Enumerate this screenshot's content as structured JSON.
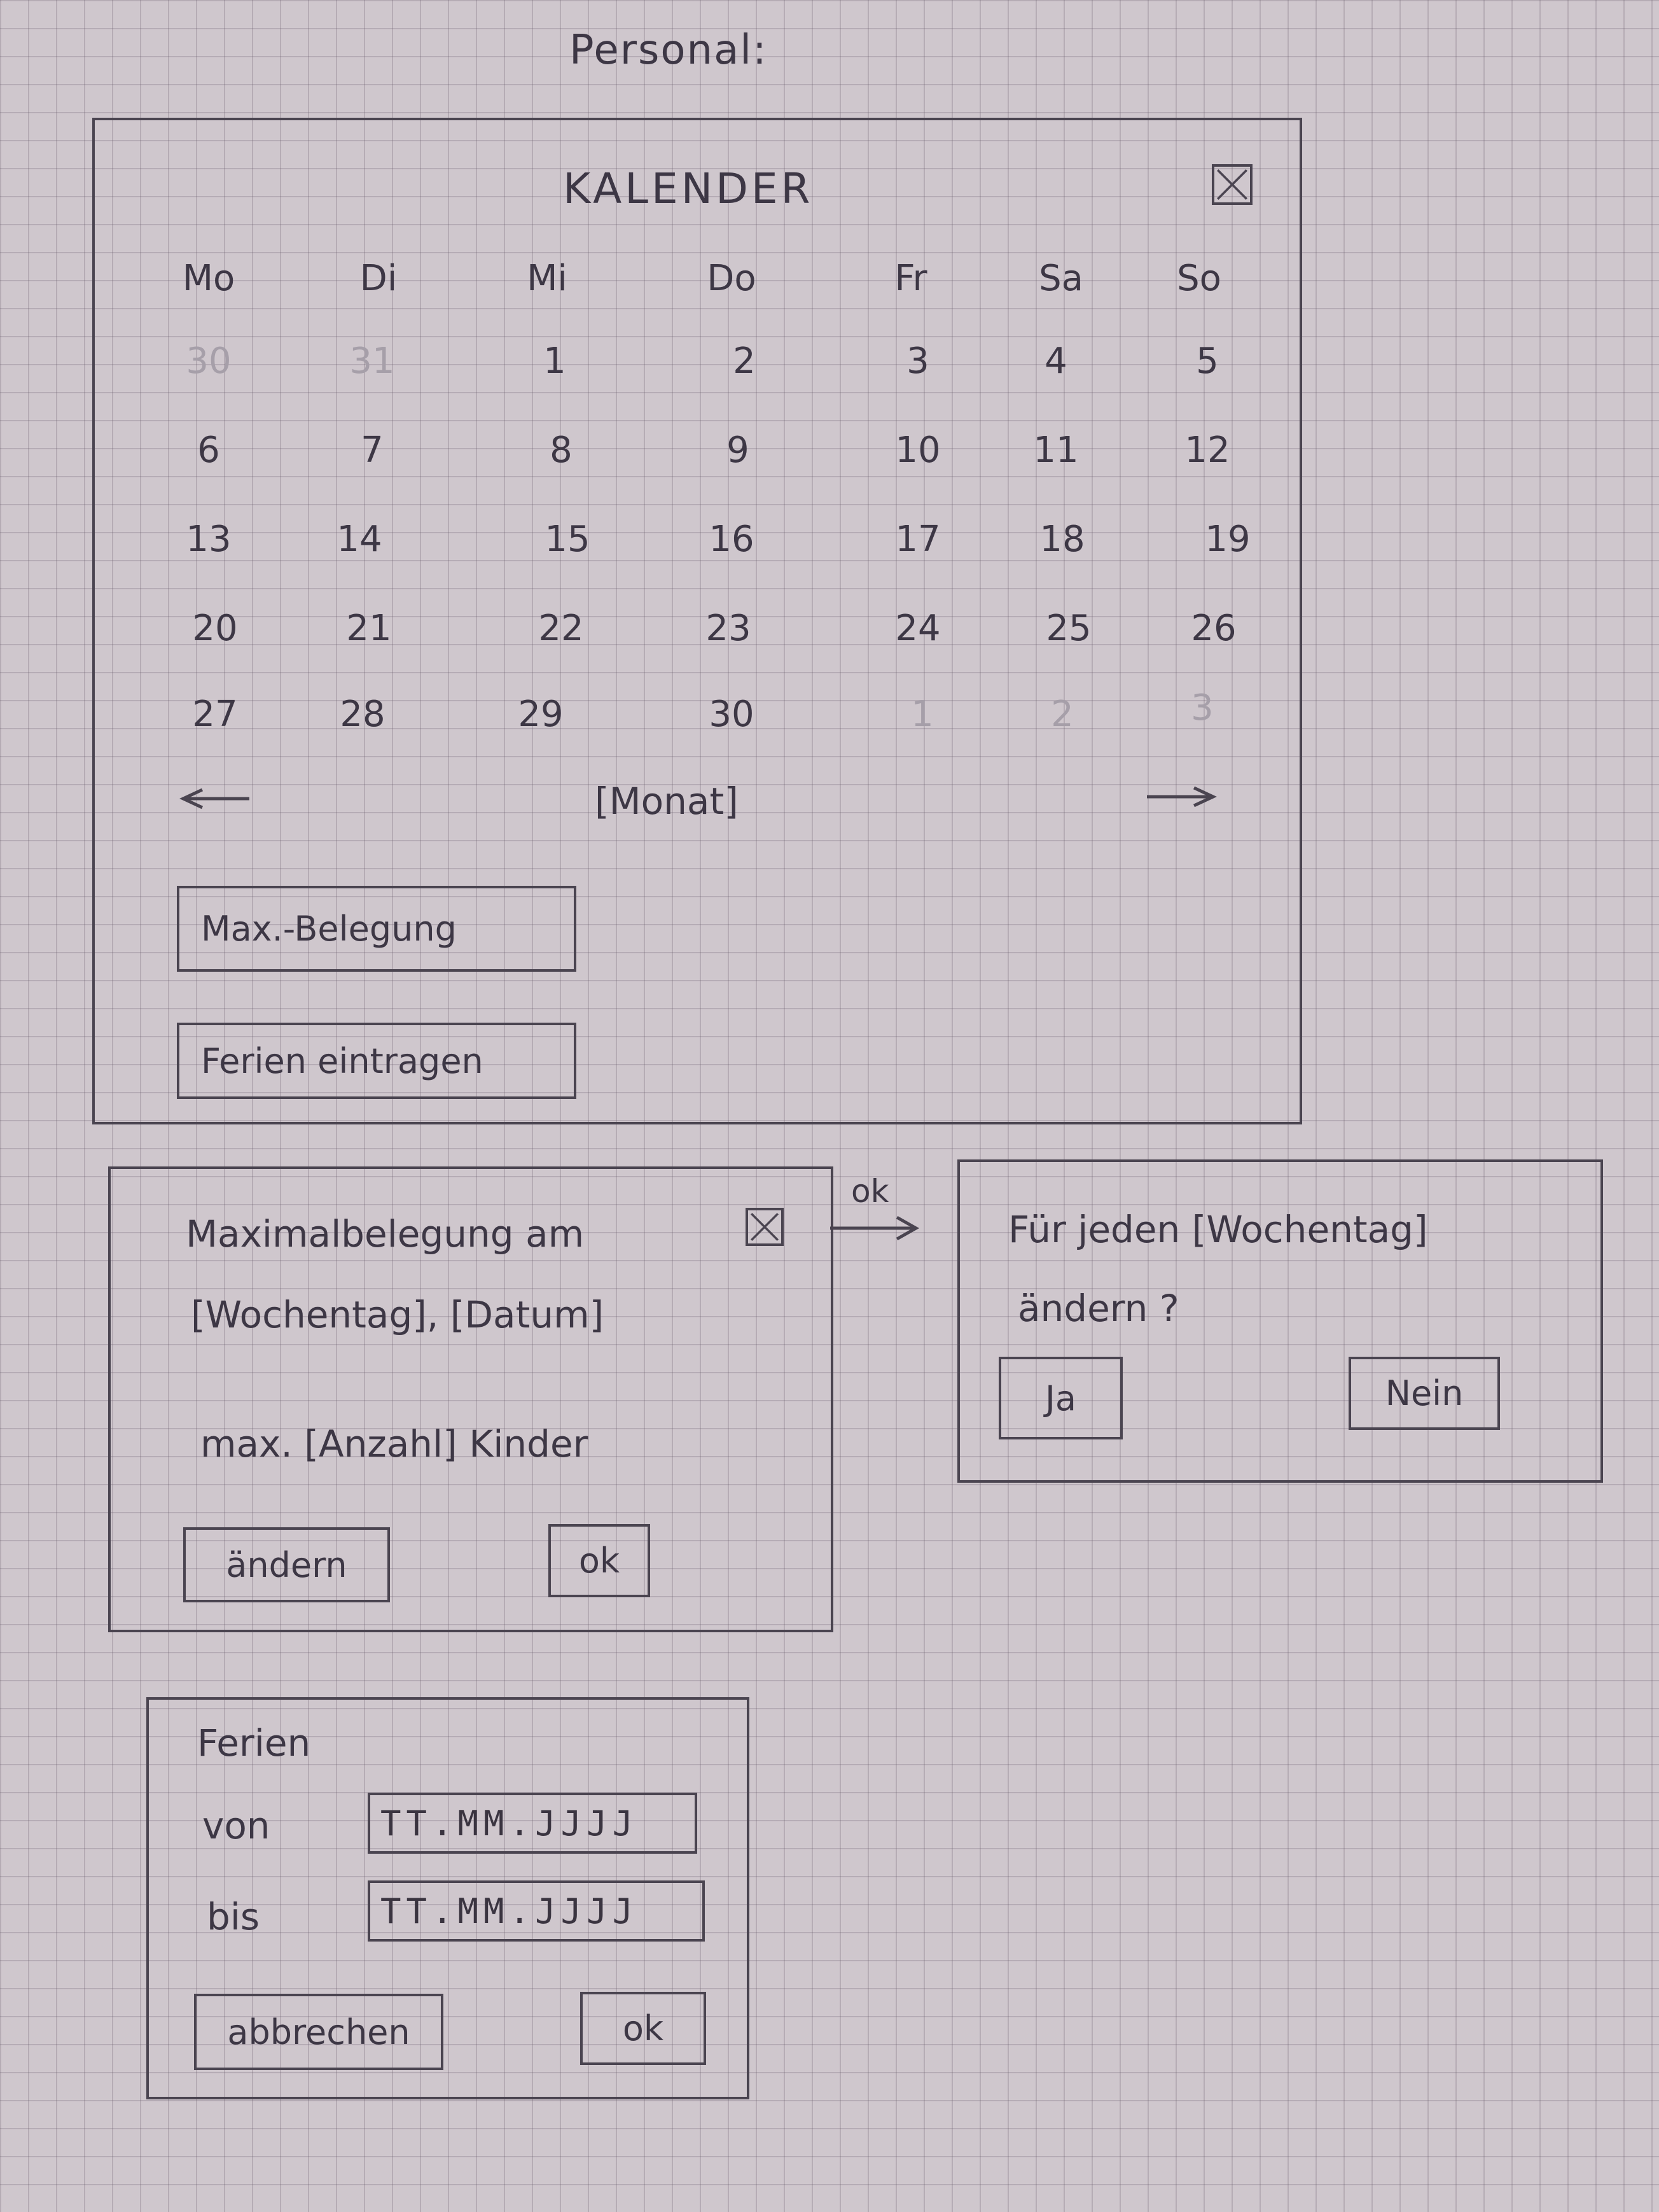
{
  "page": {
    "title": "Personal:"
  },
  "calendar": {
    "title": "KALENDER",
    "weekdays": [
      "Mo",
      "Di",
      "Mi",
      "Do",
      "Fr",
      "Sa",
      "So"
    ],
    "weeks": [
      [
        "30",
        "31",
        "1",
        "2",
        "3",
        "4",
        "5"
      ],
      [
        "6",
        "7",
        "8",
        "9",
        "10",
        "11",
        "12"
      ],
      [
        "13",
        "14",
        "15",
        "16",
        "17",
        "18",
        "19"
      ],
      [
        "20",
        "21",
        "22",
        "23",
        "24",
        "25",
        "26"
      ],
      [
        "27",
        "28",
        "29",
        "30",
        "1",
        "2",
        "3"
      ]
    ],
    "month_label": "[Monat]",
    "max_button": "Max.-Belegung",
    "holidays_button": "Ferien eintragen"
  },
  "max_dialog": {
    "line1": "Maximalbelegung am",
    "line2": "[Wochentag], [Datum]",
    "line3": "max. [Anzahl] Kinder",
    "change_button": "ändern",
    "ok_button": "ok"
  },
  "flow_arrow": {
    "label": "ok"
  },
  "confirm_dialog": {
    "line1": "Für jeden [Wochentag]",
    "line2": "ändern ?",
    "yes_button": "Ja",
    "no_button": "Nein"
  },
  "holiday_dialog": {
    "title": "Ferien",
    "from_label": "von",
    "from_placeholder": "TT.MM.JJJJ",
    "to_label": "bis",
    "to_placeholder": "TT.MM.JJJJ",
    "cancel_button": "abbrechen",
    "ok_button": "ok"
  }
}
